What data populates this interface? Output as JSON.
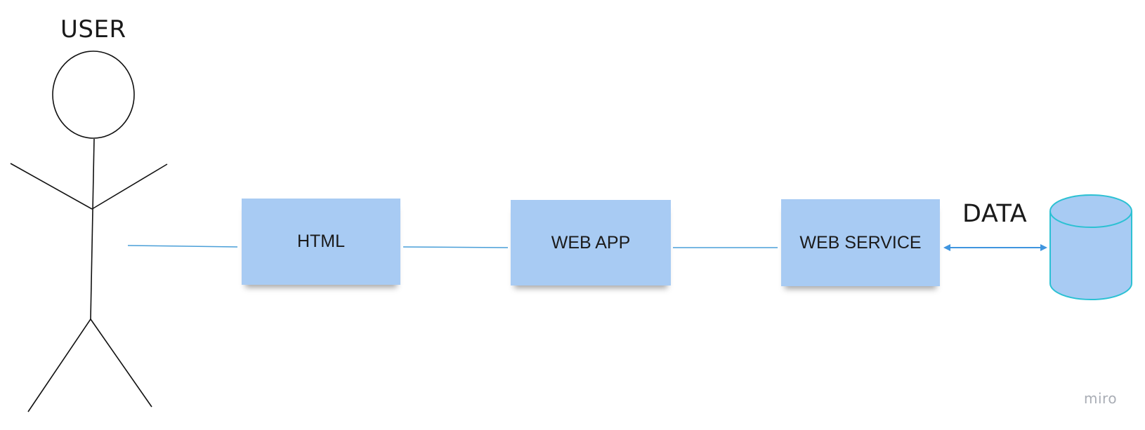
{
  "diagram": {
    "actor": {
      "label": "USER"
    },
    "nodes": [
      {
        "id": "html",
        "label": "HTML"
      },
      {
        "id": "web-app",
        "label": "WEB APP"
      },
      {
        "id": "web-service",
        "label": "WEB SERVICE"
      }
    ],
    "datastore": {
      "label": "DATA"
    },
    "watermark": "miro"
  },
  "colors": {
    "sticky_fill": "#a8cbf3",
    "connector": "#4a9fd8",
    "arrow": "#3f95df",
    "cylinder_fill": "#a8cbf3",
    "cylinder_stroke": "#2cc1d3"
  }
}
